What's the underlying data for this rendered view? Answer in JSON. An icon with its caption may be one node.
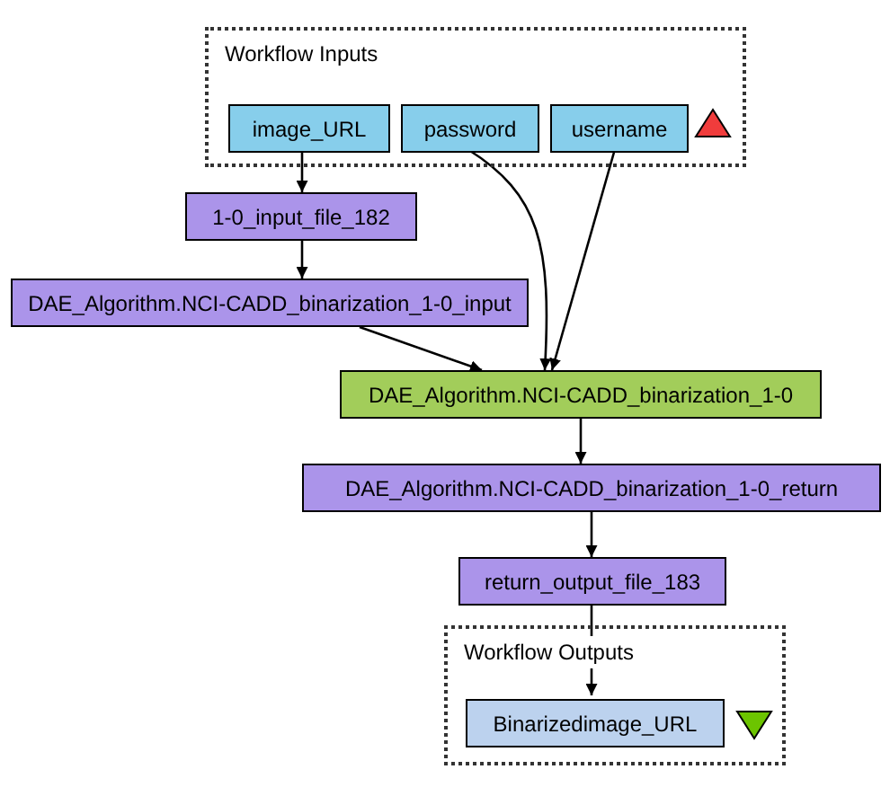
{
  "diagram": {
    "nodes": [
      {
        "text": [
          "Workflow Inputs"
        ]
      },
      {
        "text": [
          "image_URL"
        ],
        "in": 0
      },
      {
        "text": [
          "password"
        ],
        "in": 0
      },
      {
        "text": [
          "username"
        ],
        "in": 0
      },
      {
        "text": [
          "1-0_input_file_182"
        ]
      },
      {
        "text": [
          "DAE_Algorithm.NCI-CADD_binarization_1-0_input"
        ]
      },
      {
        "text": [
          "DAE_Algorithm.NCI-CADD_binarization_1-0"
        ]
      },
      {
        "text": [
          "DAE_Algorithm.NCI-CADD_binarization_1-0_return"
        ]
      },
      {
        "text": [
          "return_output_file_183"
        ]
      },
      {
        "text": [
          "Workflow Outputs"
        ]
      },
      {
        "text": [
          "Binarizedimage_URL"
        ],
        "in": 9
      }
    ],
    "edges": [
      {
        "from": 1,
        "to": 4,
        "arrow": "to"
      },
      {
        "from": 4,
        "to": 5,
        "arrow": "to"
      },
      {
        "from": 5,
        "to": 6,
        "arrow": "to"
      },
      {
        "from": 2,
        "to": 6,
        "arrow": "to"
      },
      {
        "from": 3,
        "to": 6,
        "arrow": "to"
      },
      {
        "from": 6,
        "to": 7,
        "arrow": "to"
      },
      {
        "from": 7,
        "to": 8,
        "arrow": "to"
      },
      {
        "from": 8,
        "to": 10,
        "arrow": "to"
      }
    ]
  }
}
